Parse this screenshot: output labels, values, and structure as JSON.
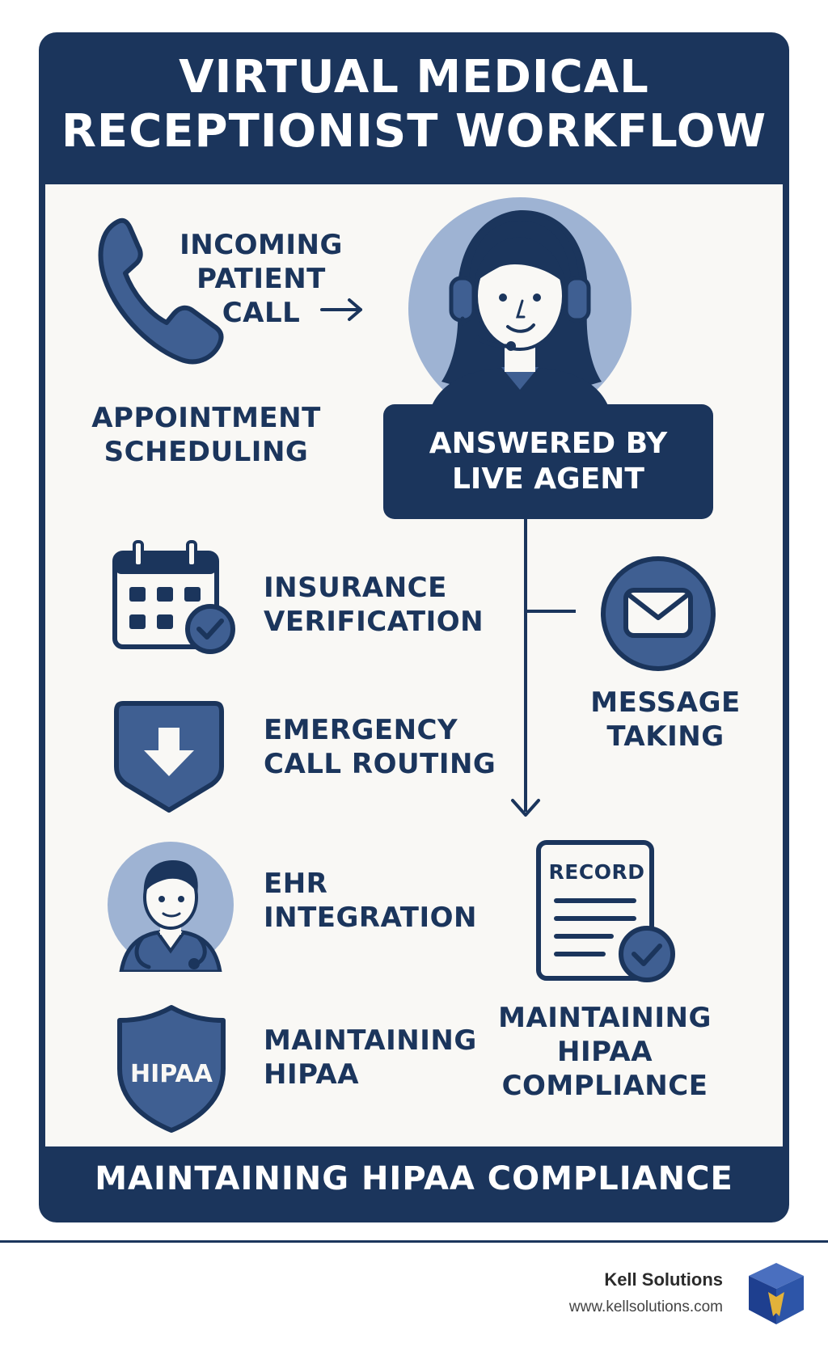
{
  "header": {
    "title_line1": "VIRTUAL MEDICAL",
    "title_line2": "RECEPTIONIST WORKFLOW"
  },
  "nodes": {
    "incoming_call": [
      "INCOMING",
      "PATIENT",
      "CALL"
    ],
    "answered_by": [
      "ANSWERED BY",
      "LIVE AGENT"
    ],
    "appointment": [
      "APPOINTMENT",
      "SCHEDULING"
    ],
    "insurance": [
      "INSURANCE",
      "VERIFICATION"
    ],
    "emergency": [
      "EMERGENCY",
      "CALL ROUTING"
    ],
    "ehr": [
      "EHR",
      "INTEGRATION"
    ],
    "hipaa_left": [
      "MAINTAINING",
      "HIPAA"
    ],
    "message": [
      "MESSAGE",
      "TAKING"
    ],
    "hipaa_right": [
      "MAINTAINING",
      "HIPAA",
      "COMPLIANCE"
    ]
  },
  "icons": {
    "phone": "phone-icon",
    "agent": "agent-headset-icon",
    "calendar": "calendar-check-icon",
    "shield_arrow": "shield-arrow-down-icon",
    "doctor": "doctor-icon",
    "hipaa_shield": "hipaa-shield-icon",
    "envelope": "envelope-icon",
    "record": "record-document-icon",
    "hipaa_shield_text": "HIPAA",
    "record_text": "RECORD"
  },
  "footer": {
    "banner": "MAINTAINING HIPAA COMPLIANCE",
    "brand_name": "Kell Solutions",
    "brand_url": "www.kellsolutions.com"
  },
  "colors": {
    "navy": "#1b355c",
    "mid_blue": "#3f5f92",
    "light_blue": "#9eb3d3",
    "panel": "#f9f8f5"
  }
}
